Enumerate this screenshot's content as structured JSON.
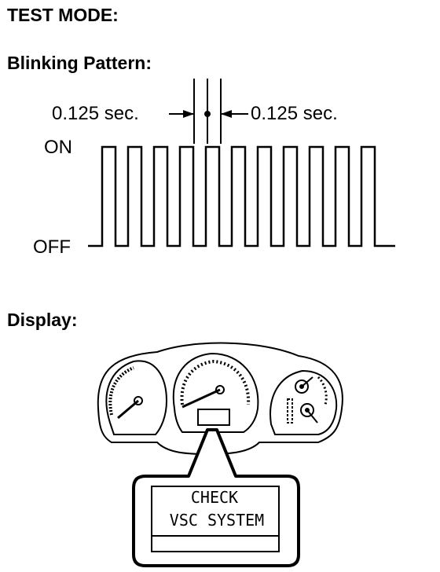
{
  "headings": {
    "title": "TEST MODE:",
    "blinking": "Blinking Pattern:",
    "display": "Display:"
  },
  "timing": {
    "left_label": "0.125 sec.",
    "right_label": "0.125 sec.",
    "on_label": "ON",
    "off_label": "OFF"
  },
  "pattern": {
    "pulse_count": 11
  },
  "display_panel": {
    "line1": "CHECK",
    "line2": "VSC SYSTEM"
  }
}
